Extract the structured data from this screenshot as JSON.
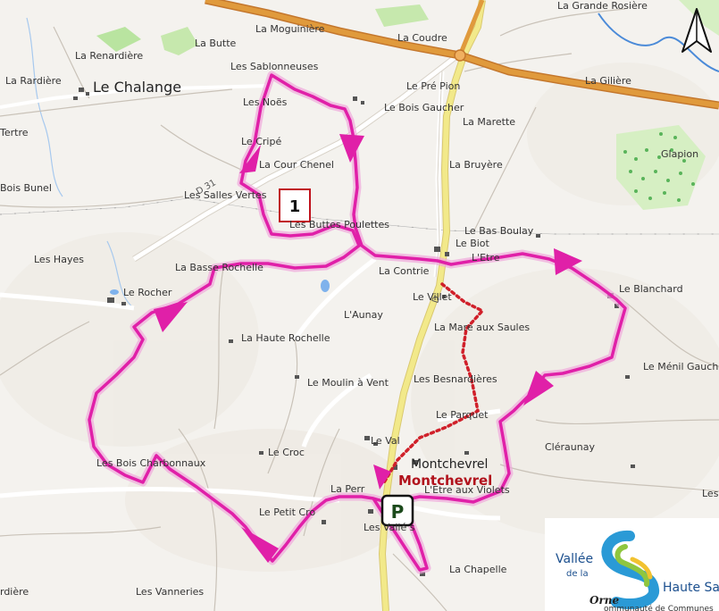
{
  "map": {
    "start_marker": "1",
    "parking_marker": "P",
    "road_label": "D 31",
    "road_label_2": "D",
    "colors": {
      "route": "#e020a8",
      "variant": "#d0202a",
      "main_road": "#e09a3c",
      "secondary_road": "#f2e98a",
      "water": "#4a8ad8",
      "forest": "#b9e4a0"
    },
    "places": {
      "la_grande_rosiere": "La Grande Rosière",
      "la_moguiniere": "La Moguinière",
      "la_coudre": "La Coudre",
      "la_butte": "La Butte",
      "la_renardiere": "La Renardière",
      "la_rardiere": "La Rardière",
      "le_chalange": "Le Chalange",
      "les_sablonneuses": "Les Sablonneuses",
      "le_pre_pion": "Le Pré Pion",
      "la_giliere": "La Gilière",
      "les_noes": "Les Noës",
      "le_bois_gaucher": "Le Bois Gaucher",
      "la_marette": "La Marette",
      "tertre": "Tertre",
      "le_cripe": "Le Cripé",
      "glapion": "Glapion",
      "la_cour_chenel": "La Cour Chenel",
      "la_bruyere": "La Bruyère",
      "bois_bunel": "Bois Bunel",
      "les_salles_vertes": "Les Salles Vertes",
      "les_buttes_poulettes": "Les Buttes Poulettes",
      "le_bas_boulay": "Le Bas Boulay",
      "le_biot": "Le Biot",
      "l_etre": "L'Etre",
      "les_hayes": "Les Hayes",
      "la_basse_rochelle": "La Basse Rochelle",
      "la_contrie": "La Contrie",
      "le_rocher": "Le Rocher",
      "le_villet": "Le Villet",
      "le_blanchard": "Le Blanchard",
      "l_aunay": "L'Aunay",
      "la_mare_aux_saules": "La Mare aux Saules",
      "la_haute_rochelle": "La Haute Rochelle",
      "le_menil_gauche": "Le Ménil Gauche",
      "le_moulin_a_vent": "Le Moulin à Vent",
      "les_besnardieres": "Les Besnardières",
      "le_parquet": "Le Parquet",
      "le_val": "Le Val",
      "montchevrel": "Montchevrel",
      "montchevrel_red": "Montchevrel",
      "claraunay": "Cléraunay",
      "les_bois_charbonnaux": "Les Bois Charbonnaux",
      "le_croc": "Le Croc",
      "la_perriere": "La Perr",
      "l_etre_aux_violets": "L'Etre aux Violets",
      "le_petit_croc": "Le Petit Cro",
      "les_vallees": "Les Vallé    s",
      "la_chapelle": "La Chapelle",
      "les_t": "Les T",
      "ardiere": "rdière",
      "les_vanneries": "Les Vanneries"
    },
    "logo": {
      "line1": "Vallée",
      "line2": "de la",
      "line3": "Haute Sa",
      "line4": "Orne",
      "line5": "ommunauté de Communes"
    }
  }
}
